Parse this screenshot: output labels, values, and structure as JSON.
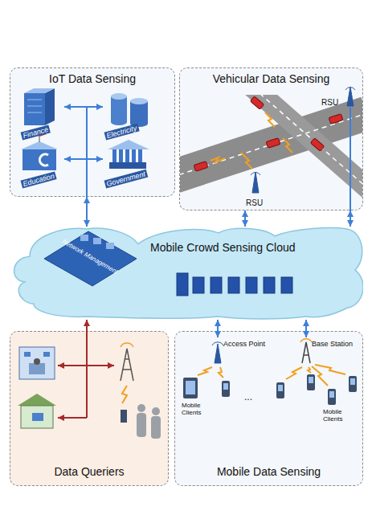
{
  "diagram": {
    "nodes": [
      {
        "text": [
          "IoT Data Sensing"
        ]
      },
      {
        "text": [
          "Vehicular Data Sensing"
        ]
      },
      {
        "text": [
          "Mobile Crowd Sensing Cloud"
        ]
      },
      {
        "text": [
          "Data Queriers"
        ]
      },
      {
        "text": [
          "Mobile Data Sensing"
        ]
      },
      {
        "text": [
          "Access Point"
        ],
        "in": 4
      },
      {
        "text": [
          "Base Station"
        ],
        "in": 4
      }
    ],
    "edges": [
      {
        "from": 0,
        "to": 2,
        "arrow": "both"
      },
      {
        "from": 1,
        "to": 2,
        "arrow": "both"
      },
      {
        "from": 1,
        "to": 2,
        "arrow": "both"
      },
      {
        "from": 2,
        "to": 5,
        "arrow": "both"
      },
      {
        "from": 2,
        "to": 6,
        "arrow": "both"
      },
      {
        "from": 3,
        "to": 2,
        "arrow": "to"
      }
    ],
    "labels": [
      "Finance",
      "Electricity",
      "Education",
      "Government",
      "RSU",
      "RSU",
      "Network Management",
      "Mobile Clients",
      "...",
      "Mobile Clients"
    ]
  }
}
